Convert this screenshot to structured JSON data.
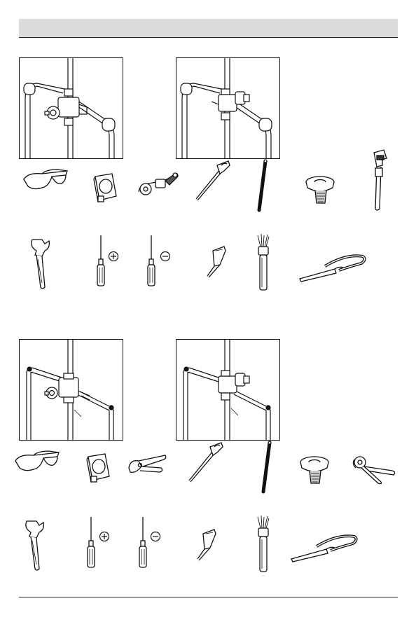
{
  "colors": {
    "line": "#111111",
    "fill": "#ffffff",
    "header": "#dcdcdc",
    "shade": "#555555"
  },
  "header": {
    "title": ""
  },
  "sections": [
    {
      "name": "copper-installation",
      "diagrams": [
        "copper-valve-rough-in",
        "copper-valve-rough-in-alt"
      ],
      "tools": [
        "safety-glasses",
        "tape-measure",
        "tubing-cutter",
        "hacksaw",
        "emery-cloth",
        "plumbers-putty",
        "pipe-wrench",
        "adjustable-wrench",
        "phillips-screwdriver",
        "flat-screwdriver",
        "sealant-tube",
        "flux-brush",
        "strap-wrench"
      ]
    },
    {
      "name": "pex-installation",
      "diagrams": [
        "pex-valve-rough-in",
        "pex-valve-rough-in-alt"
      ],
      "tools": [
        "safety-glasses",
        "tape-measure",
        "pex-cutter",
        "hacksaw",
        "emery-cloth",
        "plumbers-putty",
        "crimp-tool",
        "adjustable-wrench",
        "phillips-screwdriver",
        "flat-screwdriver",
        "sealant-tube",
        "flux-brush",
        "strap-wrench"
      ]
    }
  ]
}
